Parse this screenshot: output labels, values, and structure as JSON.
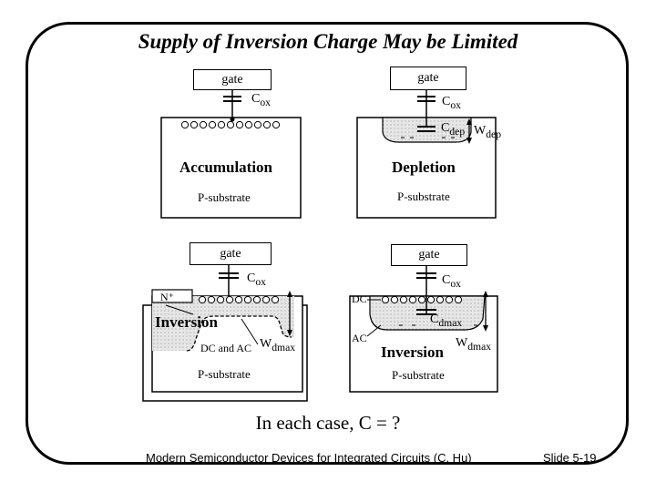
{
  "title": "Supply of Inversion Charge May be Limited",
  "accumulation": {
    "gate": "gate",
    "cox": "C",
    "cox_sub": "ox",
    "region": "Accumulation",
    "substrate": "P-substrate"
  },
  "depletion": {
    "gate": "gate",
    "cox": "C",
    "cox_sub": "ox",
    "cdep": "C",
    "cdep_sub": "dep",
    "wdep": "W",
    "wdep_sub": "dep",
    "region": "Depletion",
    "substrate": "P-substrate"
  },
  "inversion_left": {
    "gate": "gate",
    "cox": "C",
    "cox_sub": "ox",
    "nplus": "N⁺",
    "region": "Inversion",
    "dc_ac": "DC and AC",
    "w": "W",
    "w_sub": "dmax",
    "substrate": "P-substrate"
  },
  "inversion_right": {
    "gate": "gate",
    "cox": "C",
    "cox_sub": "ox",
    "dc": "DC",
    "ac": "AC",
    "cdmax": "C",
    "cdmax_sub": "dmax",
    "region": "Inversion",
    "w": "W",
    "w_sub": "dmax",
    "substrate": "P-substrate"
  },
  "prompt": "In each case, C = ?",
  "footer": {
    "course": "Modern Semiconductor Devices for Integrated Circuits  (C. Hu)",
    "slide": "Slide 5-19"
  }
}
